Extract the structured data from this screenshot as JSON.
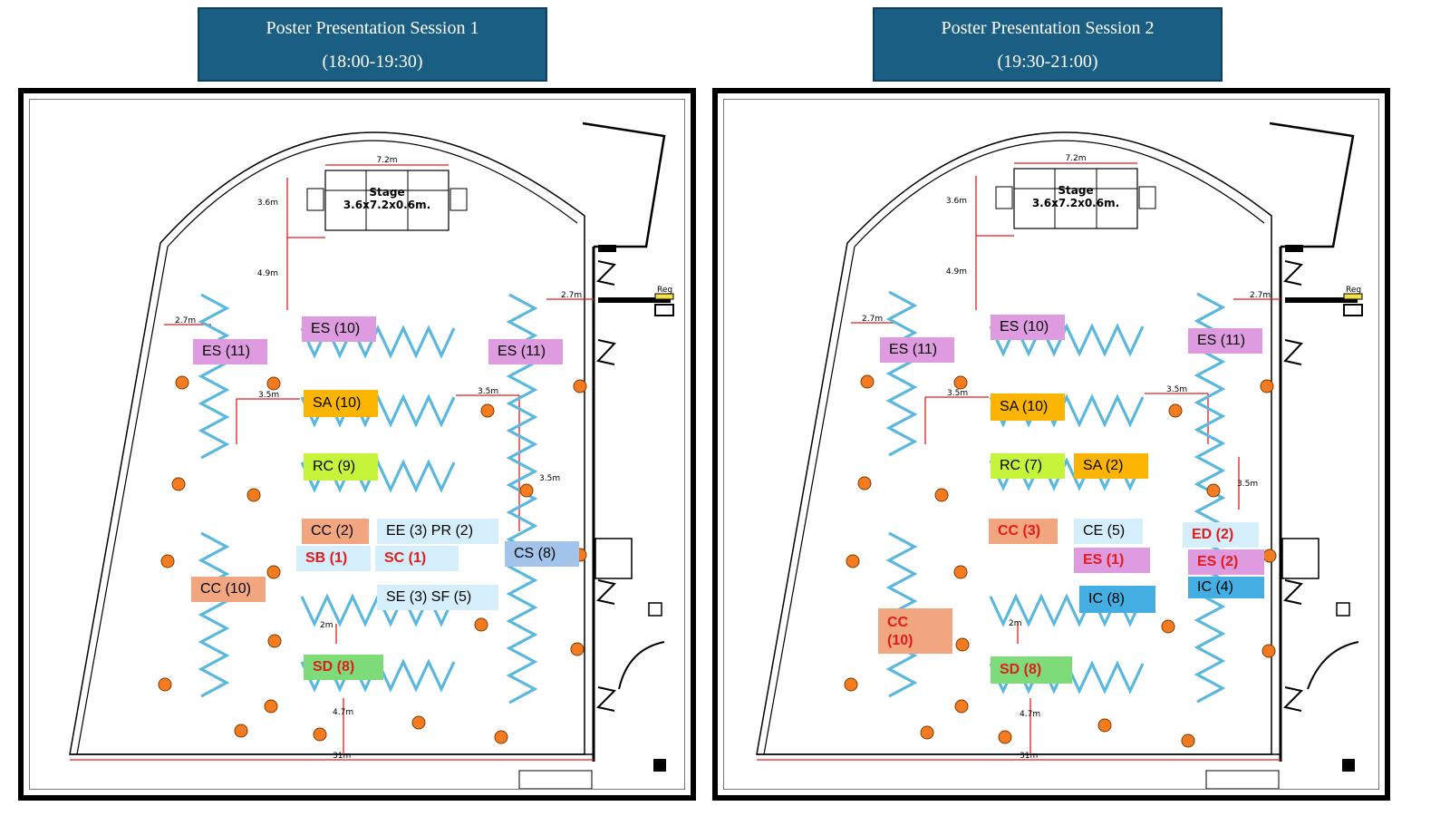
{
  "colors": {
    "header_bg": "#1b5e84",
    "pink": "#df9be0",
    "orange": "#fbb500",
    "lime": "#c5f43a",
    "salmon": "#f2a67f",
    "light_blue": "#d4eefb",
    "blue_gray": "#a2c4ea",
    "green": "#7ddb7a",
    "blue": "#44aee2",
    "red_text": "#e31b1b",
    "zigzag": "#5ab8de",
    "dot": "#f47b20",
    "dimension": "#e31b1b"
  },
  "icons": {
    "poster_board": "zigzag-line",
    "table": "orange-circle",
    "dimension": "red-line"
  },
  "sessions": [
    {
      "title": "Poster Presentation Session 1",
      "time": "(18:00-19:30)",
      "floor_plan": {
        "stage_label": "Stage",
        "stage_size": "3.6x7.2x0.6m.",
        "dim_width_stage": "7.2m",
        "dim_stage_depth": "3.6m",
        "dim_stage_gap": "4.9m",
        "dim_side_gap_left": "2.7m",
        "dim_side_gap_right": "2.7m",
        "dim_aisle_left": "3.5m",
        "dim_aisle_right": "3.5m",
        "dim_aisle_vertical": "3.5m",
        "dim_row_gap": "2m",
        "dim_bottom_gap": "4.7m",
        "dim_room_width": "31m",
        "corner_label": "Reg"
      },
      "labels": [
        {
          "text": "ES (11)",
          "color": "pink",
          "red": false
        },
        {
          "text": "ES (10)",
          "color": "pink",
          "red": false
        },
        {
          "text": "ES (11)",
          "color": "pink",
          "red": false
        },
        {
          "text": "SA (10)",
          "color": "orange",
          "red": false
        },
        {
          "text": "RC (9)",
          "color": "lime",
          "red": false
        },
        {
          "text": "CC (2)",
          "color": "salmon",
          "red": false
        },
        {
          "text": "EE (3) PR (2)",
          "color": "light_blue",
          "red": false
        },
        {
          "text": "SB (1)",
          "color": "light_blue",
          "red": true
        },
        {
          "text": "SC (1)",
          "color": "light_blue",
          "red": true
        },
        {
          "text": "CS (8)",
          "color": "blue_gray",
          "red": false
        },
        {
          "text": "CC (10)",
          "color": "salmon",
          "red": false
        },
        {
          "text": "SE (3) SF (5)",
          "color": "light_blue",
          "red": false
        },
        {
          "text": "SD (8)",
          "color": "green",
          "red": true
        }
      ]
    },
    {
      "title": "Poster Presentation Session 2",
      "time": "(19:30-21:00)",
      "floor_plan": {
        "stage_label": "Stage",
        "stage_size": "3.6x7.2x0.6m.",
        "dim_width_stage": "7.2m",
        "dim_stage_depth": "3.6m",
        "dim_stage_gap": "4.9m",
        "dim_side_gap_left": "2.7m",
        "dim_side_gap_right": "2.7m",
        "dim_aisle_left": "3.5m",
        "dim_aisle_right": "3.5m",
        "dim_aisle_vertical": "3.5m",
        "dim_row_gap": "2m",
        "dim_bottom_gap": "4.7m",
        "dim_room_width": "31m",
        "corner_label": "Reg"
      },
      "labels": [
        {
          "text": "ES (11)",
          "color": "pink",
          "red": false
        },
        {
          "text": "ES (10)",
          "color": "pink",
          "red": false
        },
        {
          "text": "ES (11)",
          "color": "pink",
          "red": false
        },
        {
          "text": "SA (10)",
          "color": "orange",
          "red": false
        },
        {
          "text": "RC (7)",
          "color": "lime",
          "red": false
        },
        {
          "text": "SA (2)",
          "color": "orange",
          "red": false
        },
        {
          "text": "CC (3)",
          "color": "salmon",
          "red": true
        },
        {
          "text": "CE (5)",
          "color": "light_blue",
          "red": false
        },
        {
          "text": "ED (2)",
          "color": "light_blue",
          "red": true
        },
        {
          "text": "ES (1)",
          "color": "pink",
          "red": true
        },
        {
          "text": "ES (2)",
          "color": "pink",
          "red": true
        },
        {
          "text": "IC (4)",
          "color": "blue",
          "red": false
        },
        {
          "text": "IC (8)",
          "color": "blue",
          "red": false
        },
        {
          "text": "CC\n(10)",
          "color": "salmon",
          "red": true
        },
        {
          "text": "SD (8)",
          "color": "green",
          "red": true
        }
      ]
    }
  ]
}
